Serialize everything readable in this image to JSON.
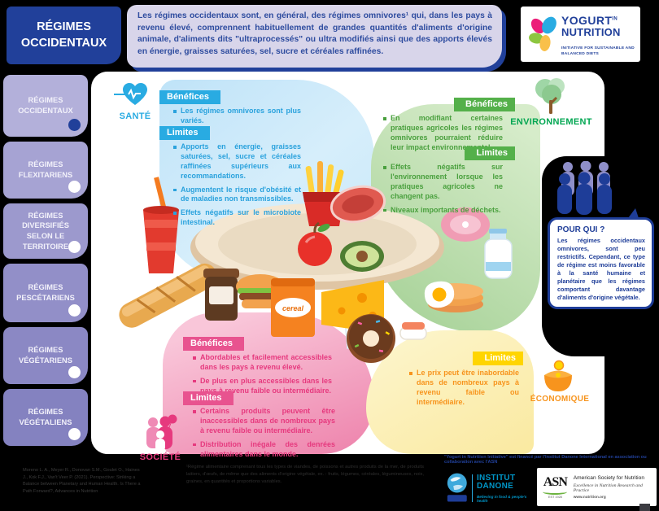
{
  "header": {
    "title": "RÉGIMES OCCIDENTAUX",
    "intro": "Les régimes occidentaux sont, en général, des régimes omnivores¹ qui, dans les pays à revenu élevé, comprennent habituellement de grandes quantités d'aliments d'origine animale, d'aliments dits \"ultraprocessés\" ou ultra modifiés ainsi que des apports élevés en énergie, graisses saturées, sel, sucre et céréales raffinées."
  },
  "logo": {
    "word1": "YOGURT",
    "word1_sup": "IN",
    "word2": "NUTRITION",
    "tagline": "INITIATIVE FOR SUSTAINABLE AND BALANCED DIETS"
  },
  "sidebar": {
    "items": [
      {
        "label": "RÉGIMES OCCIDENTAUX",
        "active": true
      },
      {
        "label": "RÉGIMES FLEXITARIENS",
        "active": false
      },
      {
        "label": "RÉGIMES DIVERSIFIÉS SELON LE TERRITOIRE",
        "active": false
      },
      {
        "label": "RÉGIMES PESCÉTARIENS",
        "active": false
      },
      {
        "label": "RÉGIMES VÉGÉTARIENS",
        "active": false
      },
      {
        "label": "RÉGIMES VÉGÉTALIENS",
        "active": false
      }
    ]
  },
  "quadrants": {
    "sante": {
      "label": "SANTÉ",
      "icon": "heart-pulse-icon",
      "benefits_title": "Bénéfices",
      "limits_title": "Limites",
      "benefits": [
        "Les régimes omnivores sont plus variés."
      ],
      "limits": [
        "Apports en énergie, graisses saturées, sel, sucre et céréales raffinées supérieurs aux recommandations.",
        "Augmentent le risque d'obésité et de maladies non transmissibles.",
        "Effets négatifs sur le microbiote intestinal."
      ]
    },
    "environnement": {
      "label": "ENVIRONNEMENT",
      "icon": "tree-icon",
      "benefits_title": "Bénéfices",
      "limits_title": "Limites",
      "benefits": [
        "En modifiant certaines pratiques agricoles les régimes omnivores pourraient réduire leur impact environnemental."
      ],
      "limits": [
        "Effets négatifs sur l'environnement lorsque les pratiques agricoles ne changent pas.",
        "Niveaux importants de déchets."
      ]
    },
    "societe": {
      "label": "SOCIÉTÉ",
      "icon": "people-icon",
      "benefits_title": "Bénéfices",
      "limits_title": "Limites",
      "benefits": [
        "Abordables et facilement accessibles dans les pays à revenu élevé.",
        "De plus en plus accessibles dans les pays à revenu faible ou intermédiaire."
      ],
      "limits": [
        "Certains produits peuvent être inaccessibles dans de nombreux pays à revenu faible ou intermédiaire.",
        "Distribution inégale des denrées alimentaires dans le monde."
      ]
    },
    "economique": {
      "label": "ÉCONOMIQUE",
      "icon": "purse-icon",
      "limits_title": "Limites",
      "limits": [
        "Le prix peut être inabordable dans de nombreux pays à revenu faible ou intermédiaire."
      ]
    }
  },
  "pour_qui": {
    "title": "POUR QUI ?",
    "text": "Les régimes occidentaux omnivores, sont peu restrictifs. Cependant, ce type de régime est moins favorable à la santé humaine et planétaire que les régimes comportant davantage d'aliments d'origine végétale."
  },
  "food": {
    "cereal_label": "cereal"
  },
  "footer": {
    "reference": "Moreno L. A., Meyer R., Donovan S.M., Goulet O., Haines J., Kok F.J., Van't Veer P. (2021). Perspective: Striking a Balance between Planetary and Human Health. Is There a Path Forward?, Advances in Nutrition",
    "footnote": "¹Régime alimentaire comprenant tous les types de viandes, de poissons et autres produits de la mer, de produits laitiers, d'œufs, de même que des aliments d'origine végétale, ex. : fruits, légumes, céréales, légumineuses, noix, graines, en quantités et proportions variables.",
    "credit": "\"Yogurt in Nutrition Initiative\" est financé par l'Institut Danone International en association ou collaboration avec l'ASN"
  },
  "partners": {
    "danone": {
      "name_line1": "INSTITUT",
      "name_line2": "DANONE",
      "tagline": "Believing in food & people's health"
    },
    "asn": {
      "acronym": "ASN",
      "est": "EST 1928",
      "name": "American Society for Nutrition",
      "motto": "Excellence in Nutrition Research and Practice",
      "url": "www.nutrition.org"
    }
  },
  "colors": {
    "navy": "#1e3d98",
    "lavender_box": "#d8d5ea",
    "sante_accent": "#29abe2",
    "environnement_accent": "#54b04a",
    "environnement_label": "#00a651",
    "societe_accent": "#e6397e",
    "economique_header": "#ffd500",
    "economique_label": "#f7941d"
  }
}
